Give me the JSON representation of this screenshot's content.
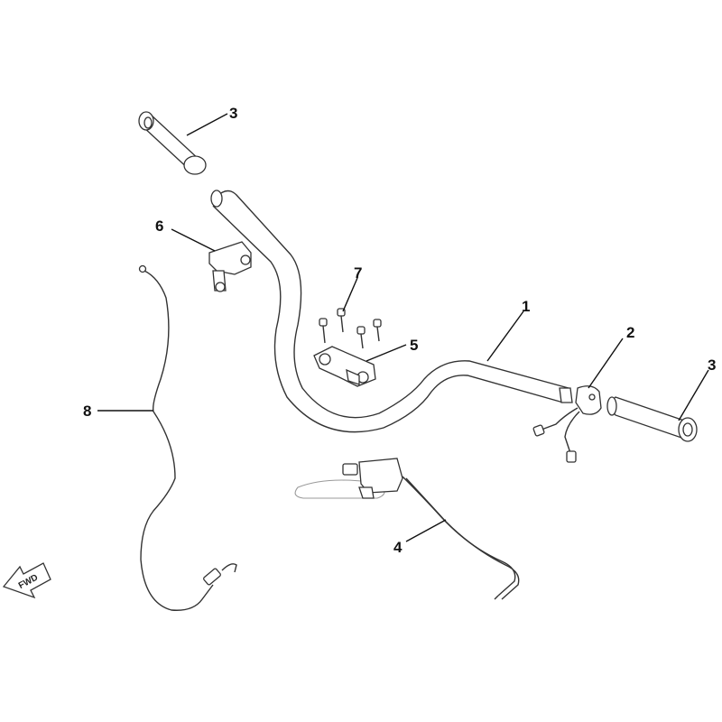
{
  "callouts": [
    {
      "id": "bar",
      "label": "1"
    },
    {
      "id": "switch",
      "label": "2"
    },
    {
      "id": "grip-left",
      "label": "3"
    },
    {
      "id": "grip-right",
      "label": "3"
    },
    {
      "id": "clutch-cable",
      "label": "4"
    },
    {
      "id": "upper-clamp",
      "label": "5"
    },
    {
      "id": "master-cylinder-mount",
      "label": "6"
    },
    {
      "id": "bolts",
      "label": "7"
    },
    {
      "id": "throttle-cable",
      "label": "8"
    }
  ],
  "direction_indicator": {
    "label": "FWD",
    "icon": "fwd-arrow-icon"
  },
  "colors": {
    "line": "#333333",
    "light_line": "#999999",
    "text": "#111111"
  }
}
